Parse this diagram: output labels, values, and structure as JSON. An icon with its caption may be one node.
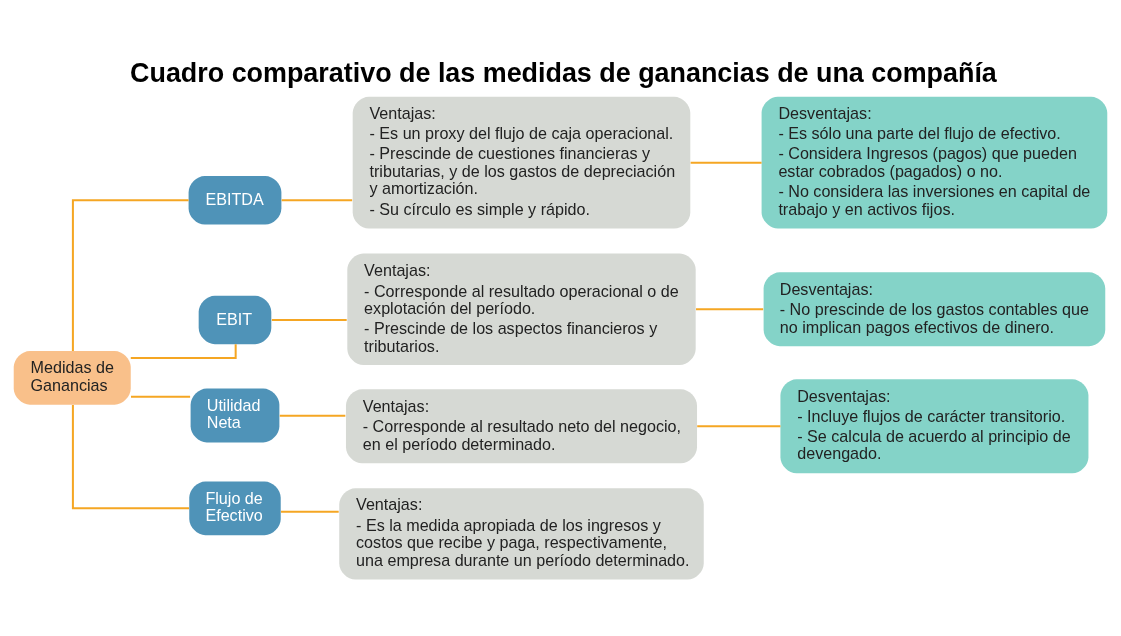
{
  "diagram": {
    "title": "Cuadro comparativo de las medidas de ganancias de una compañía",
    "nodes": [
      {
        "text": [
          "Medidas de Ganancias"
        ]
      },
      {
        "text": [
          "EBITDA"
        ]
      },
      {
        "text": [
          "Ventajas:",
          "- Es un proxy del flujo de caja operacional.",
          "- Prescinde de cuestiones financieras y tributarias, y de los gastos de depreciación y amortización.",
          "- Su círculo es simple y rápido."
        ]
      },
      {
        "text": [
          "Desventajas:",
          "- Es sólo una parte del flujo de efectivo.",
          "- Considera Ingresos (pagos) que pueden estar cobrados (pagados) o no.",
          "- No considera las inversiones en capital de trabajo y en activos fijos."
        ]
      },
      {
        "text": [
          "EBIT"
        ]
      },
      {
        "text": [
          "Ventajas:",
          "- Corresponde al resultado operacional o de explotación del período.",
          "- Prescinde de los aspectos financieros y tributarios."
        ]
      },
      {
        "text": [
          "Desventajas:",
          "- No prescinde de los gastos contables que no implican pagos efectivos de dinero."
        ]
      },
      {
        "text": [
          "Utilidad Neta"
        ]
      },
      {
        "text": [
          "Ventajas:",
          "- Corresponde al resultado neto del negocio, en el período determinado."
        ]
      },
      {
        "text": [
          "Desventajas:",
          "- Incluye flujos de carácter transitorio.",
          "- Se calcula de acuerdo al principio de devengado."
        ]
      },
      {
        "text": [
          "Flujo de Efectivo"
        ]
      },
      {
        "text": [
          "Ventajas:",
          "- Es la medida apropiada de los ingresos y costos que recibe y paga, respectivamente, una empresa durante un período determinado."
        ]
      }
    ],
    "edges": [
      {
        "from": 0,
        "to": 1,
        "arrow": "none"
      },
      {
        "from": 0,
        "to": 4,
        "arrow": "none"
      },
      {
        "from": 0,
        "to": 7,
        "arrow": "none"
      },
      {
        "from": 0,
        "to": 10,
        "arrow": "none"
      },
      {
        "from": 1,
        "to": 2,
        "arrow": "none"
      },
      {
        "from": 2,
        "to": 3,
        "arrow": "none"
      },
      {
        "from": 4,
        "to": 5,
        "arrow": "none"
      },
      {
        "from": 5,
        "to": 6,
        "arrow": "none"
      },
      {
        "from": 7,
        "to": 8,
        "arrow": "none"
      },
      {
        "from": 8,
        "to": 9,
        "arrow": "none"
      },
      {
        "from": 10,
        "to": 11,
        "arrow": "none"
      }
    ]
  }
}
